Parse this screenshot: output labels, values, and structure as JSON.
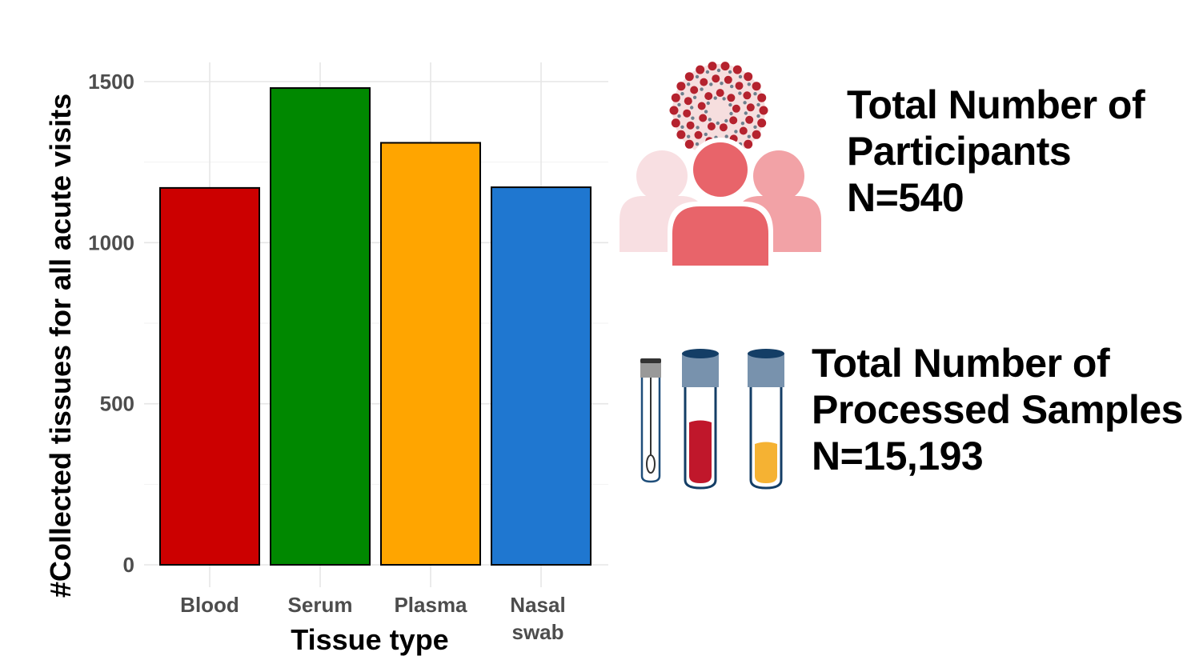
{
  "chart_data": {
    "type": "bar",
    "categories": [
      "Blood",
      "Serum",
      "Plasma",
      "Nasal swab"
    ],
    "category_lines": [
      [
        "Blood"
      ],
      [
        "Serum"
      ],
      [
        "Plasma"
      ],
      [
        "Nasal",
        "swab"
      ]
    ],
    "values": [
      1170,
      1480,
      1310,
      1172
    ],
    "colors": [
      "#cc0000",
      "#008800",
      "#ffa500",
      "#1f77d0"
    ],
    "xlabel": "Tissue type",
    "ylabel": "#Collected tissues for all acute visits",
    "ylim": [
      0,
      1500
    ],
    "yticks": [
      0,
      500,
      1000,
      1500
    ],
    "grid": true
  },
  "stats": {
    "participants": {
      "line1": "Total Number of",
      "line2": "Participants",
      "line3": "N=540"
    },
    "samples": {
      "line1": "Total Number of",
      "line2": "Processed Samples",
      "line3": "N=15,193"
    }
  },
  "icons": [
    "virus-icon",
    "people-icon",
    "swab-tube-icon",
    "blood-tube-icon",
    "plasma-tube-icon"
  ]
}
